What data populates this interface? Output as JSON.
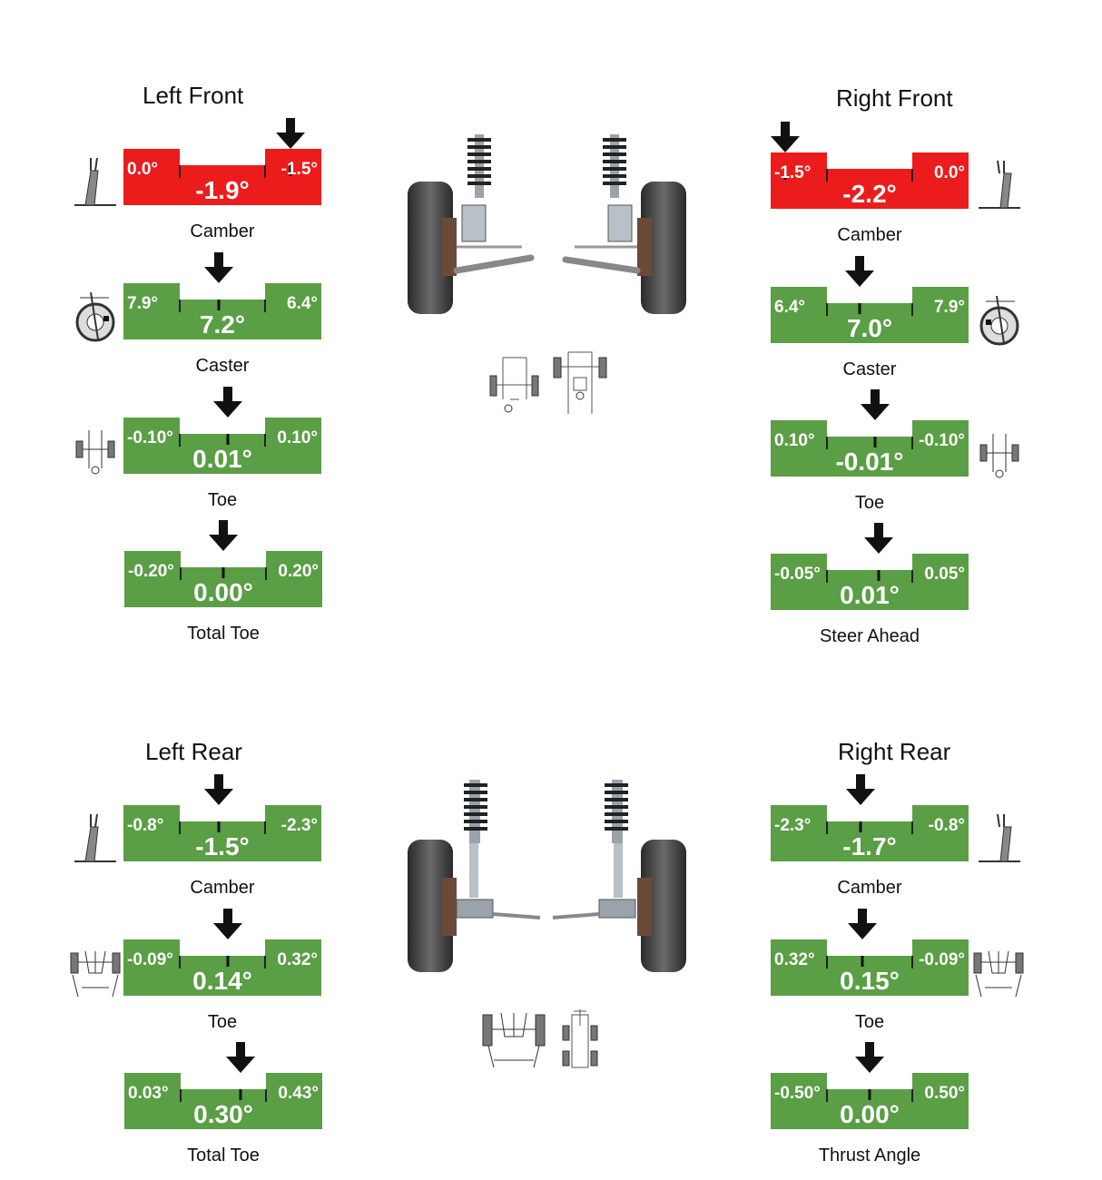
{
  "colors": {
    "ok": "#5a9e45",
    "bad": "#ec1c1c"
  },
  "sections": {
    "left_front": "Left Front",
    "right_front": "Right Front",
    "left_rear": "Left Rear",
    "right_rear": "Right Rear"
  },
  "gauges": {
    "lf_camber": {
      "label": "Camber",
      "min": "0.0°",
      "max": "-1.5°",
      "value": "-1.9°",
      "status": "bad"
    },
    "lf_caster": {
      "label": "Caster",
      "min": "7.9°",
      "max": "6.4°",
      "value": "7.2°",
      "status": "ok"
    },
    "lf_toe": {
      "label": "Toe",
      "min": "-0.10°",
      "max": "0.10°",
      "value": "0.01°",
      "status": "ok"
    },
    "lf_total_toe": {
      "label": "Total Toe",
      "min": "-0.20°",
      "max": "0.20°",
      "value": "0.00°",
      "status": "ok"
    },
    "rf_camber": {
      "label": "Camber",
      "min": "-1.5°",
      "max": "0.0°",
      "value": "-2.2°",
      "status": "bad"
    },
    "rf_caster": {
      "label": "Caster",
      "min": "6.4°",
      "max": "7.9°",
      "value": "7.0°",
      "status": "ok"
    },
    "rf_toe": {
      "label": "Toe",
      "min": "0.10°",
      "max": "-0.10°",
      "value": "-0.01°",
      "status": "ok"
    },
    "rf_steer": {
      "label": "Steer Ahead",
      "min": "-0.05°",
      "max": "0.05°",
      "value": "0.01°",
      "status": "ok"
    },
    "lr_camber": {
      "label": "Camber",
      "min": "-0.8°",
      "max": "-2.3°",
      "value": "-1.5°",
      "status": "ok"
    },
    "lr_toe": {
      "label": "Toe",
      "min": "-0.09°",
      "max": "0.32°",
      "value": "0.14°",
      "status": "ok"
    },
    "lr_total_toe": {
      "label": "Total Toe",
      "min": "0.03°",
      "max": "0.43°",
      "value": "0.30°",
      "status": "ok"
    },
    "rr_camber": {
      "label": "Camber",
      "min": "-2.3°",
      "max": "-0.8°",
      "value": "-1.7°",
      "status": "ok"
    },
    "rr_toe": {
      "label": "Toe",
      "min": "0.32°",
      "max": "-0.09°",
      "value": "0.15°",
      "status": "ok"
    },
    "rr_thrust": {
      "label": "Thrust Angle",
      "min": "-0.50°",
      "max": "0.50°",
      "value": "0.00°",
      "status": "ok"
    }
  },
  "icons": {
    "camber": "camber-wheel-icon",
    "caster": "caster-wheel-icon",
    "toe": "toe-axle-icon",
    "front_suspension": "front-suspension-illustration",
    "rear_suspension": "rear-suspension-illustration"
  }
}
